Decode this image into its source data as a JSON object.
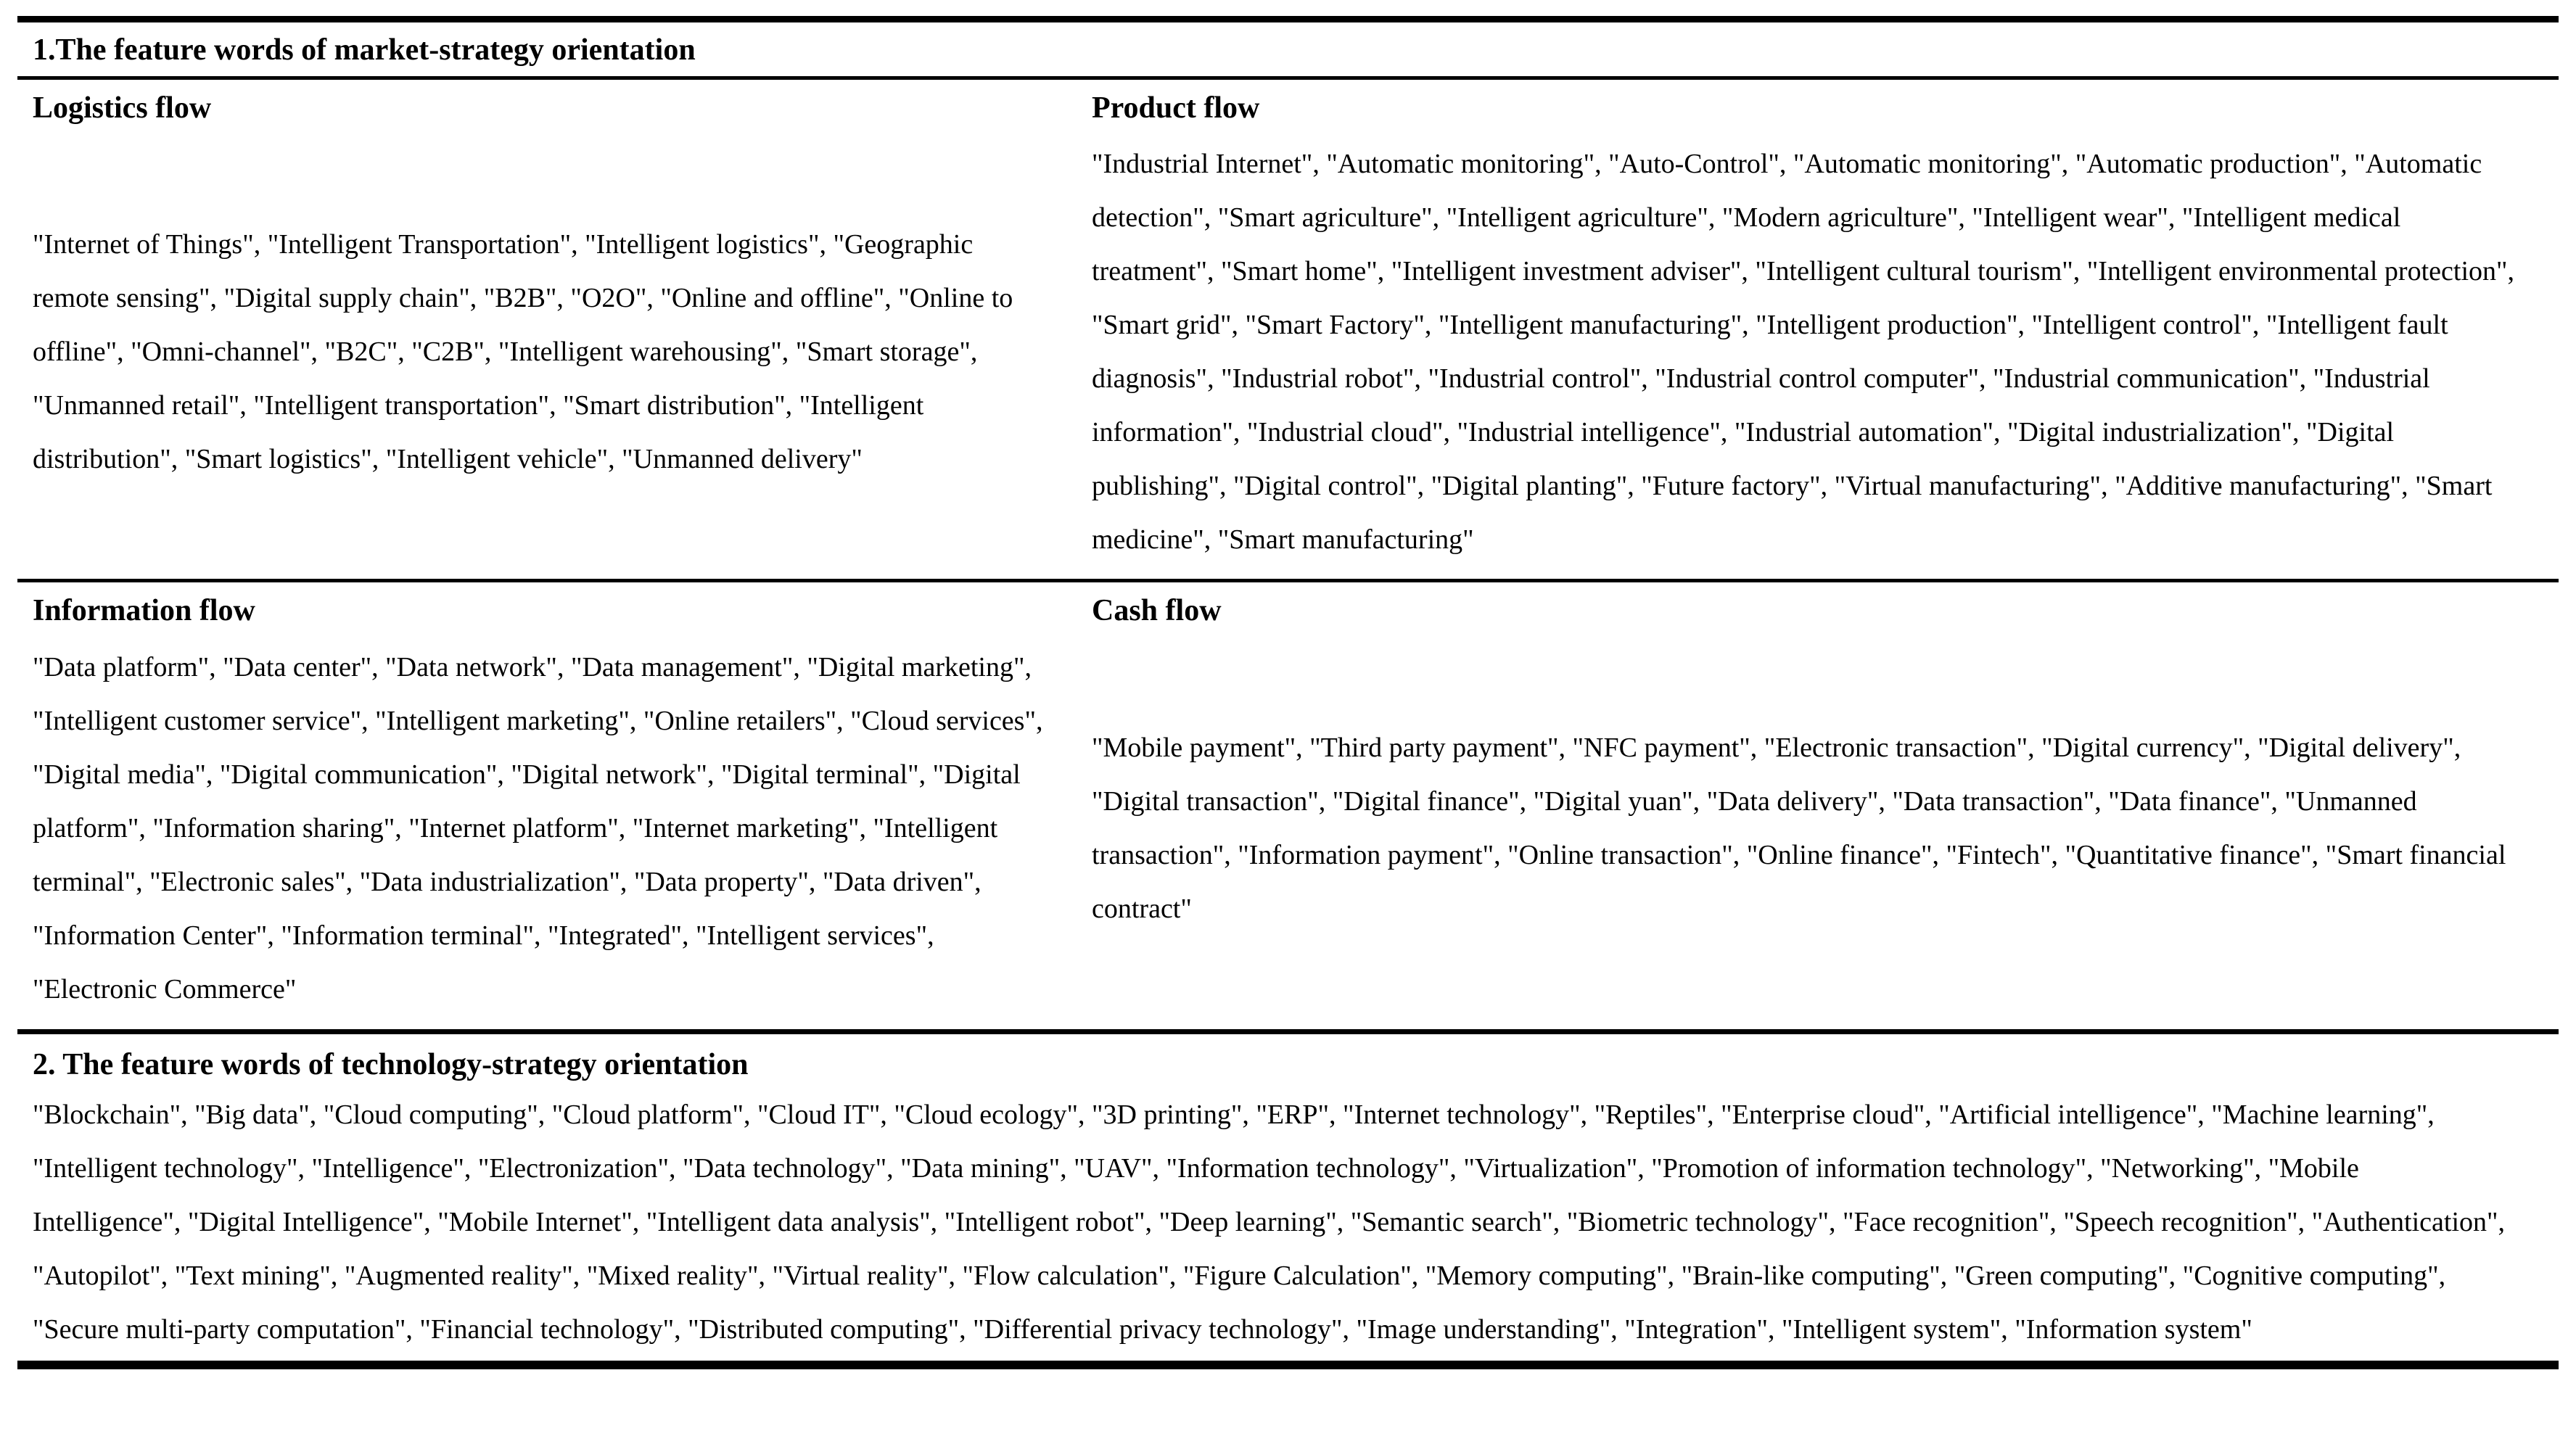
{
  "table": {
    "section1": {
      "title": "1.The feature words of market-strategy orientation",
      "cells": [
        {
          "label": "Logistics flow",
          "words": [
            "Internet of Things",
            "Intelligent Transportation",
            "Intelligent logistics",
            "Geographic remote sensing",
            "Digital supply chain",
            "B2B",
            "O2O",
            "Online and offline",
            "Online to offline",
            "Omni-channel",
            "B2C",
            "C2B",
            "Intelligent warehousing",
            "Smart storage",
            "Unmanned retail",
            "Intelligent transportation",
            "Smart distribution",
            "Intelligent distribution",
            "Smart logistics",
            "Intelligent vehicle",
            "Unmanned delivery"
          ]
        },
        {
          "label": "Product flow",
          "words": [
            "Industrial Internet",
            "Automatic monitoring",
            "Auto-Control",
            "Automatic monitoring",
            "Automatic production",
            "Automatic detection",
            "Smart agriculture",
            "Intelligent agriculture",
            "Modern agriculture",
            "Intelligent wear",
            "Intelligent medical treatment",
            "Smart home",
            "Intelligent investment adviser",
            "Intelligent cultural tourism",
            "Intelligent environmental protection",
            "Smart grid",
            "Smart Factory",
            "Intelligent manufacturing",
            "Intelligent production",
            "Intelligent control",
            "Intelligent fault diagnosis",
            "Industrial robot",
            "Industrial control",
            "Industrial control computer",
            "Industrial communication",
            "Industrial information",
            "Industrial cloud",
            "Industrial intelligence",
            "Industrial automation",
            "Digital industrialization",
            "Digital publishing",
            "Digital control",
            "Digital planting",
            "Future factory",
            "Virtual manufacturing",
            "Additive manufacturing",
            "Smart medicine",
            "Smart manufacturing"
          ]
        },
        {
          "label": "Information flow",
          "words": [
            "Data platform",
            "Data center",
            "Data network",
            "Data management",
            "Digital marketing",
            "Intelligent customer service",
            "Intelligent marketing",
            "Online retailers",
            "Cloud services",
            "Digital media",
            "Digital communication",
            "Digital network",
            "Digital terminal",
            "Digital platform",
            "Information sharing",
            "Internet platform",
            "Internet marketing",
            "Intelligent terminal",
            "Electronic sales",
            "Data industrialization",
            "Data property",
            "Data driven",
            "Information Center",
            "Information terminal",
            "Integrated",
            "Intelligent services",
            "Electronic Commerce"
          ]
        },
        {
          "label": "Cash flow",
          "words": [
            "Mobile payment",
            "Third party payment",
            "NFC payment",
            "Electronic transaction",
            "Digital currency",
            "Digital delivery",
            "Digital transaction",
            "Digital finance",
            "Digital yuan",
            "Data delivery",
            "Data transaction",
            "Data finance",
            "Unmanned transaction",
            "Information payment",
            "Online transaction",
            "Online finance",
            "Fintech",
            "Quantitative finance",
            "Smart financial contract"
          ]
        }
      ]
    },
    "section2": {
      "title": "2. The feature words of technology-strategy orientation",
      "words": [
        "Blockchain",
        "Big data",
        "Cloud computing",
        "Cloud platform",
        "Cloud IT",
        "Cloud ecology",
        "3D printing",
        "ERP",
        "Internet technology",
        "Reptiles",
        "Enterprise cloud",
        "Artificial intelligence",
        "Machine learning",
        "Intelligent technology",
        "Intelligence",
        "Electronization",
        "Data technology",
        "Data mining",
        "UAV",
        "Information technology",
        "Virtualization",
        "Promotion of information technology",
        "Networking",
        "Mobile Intelligence",
        "Digital Intelligence",
        "Mobile Internet",
        "Intelligent data analysis",
        "Intelligent robot",
        "Deep learning",
        "Semantic search",
        "Biometric technology",
        "Face recognition",
        "Speech recognition",
        "Authentication",
        "Autopilot",
        "Text mining",
        "Augmented reality",
        "Mixed reality",
        "Virtual reality",
        "Flow calculation",
        "Figure Calculation",
        "Memory computing",
        "Brain-like computing",
        "Green computing",
        "Cognitive computing",
        "Secure multi-party computation",
        "Financial technology",
        "Distributed computing",
        "Differential privacy technology",
        "Image understanding",
        "Integration",
        "Intelligent system",
        "Information system"
      ]
    }
  }
}
